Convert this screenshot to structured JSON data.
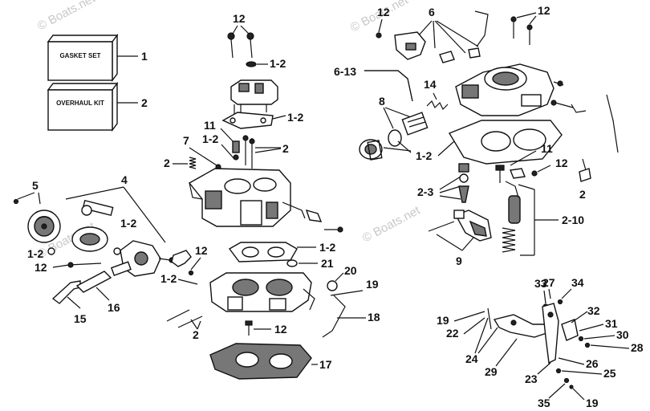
{
  "kits": {
    "gasket_set": "GASKET SET",
    "overhaul_kit": "OVERHAUL KIT"
  },
  "watermark": "© Boats.net",
  "callouts": {
    "c1": "1",
    "c2": "2",
    "c12a": "12",
    "c12b": "1-2",
    "c12c": "1-2",
    "c11a": "11",
    "c7": "7",
    "c12d": "1-2",
    "c2a": "2",
    "c2b": "2",
    "c5": "5",
    "c4": "4",
    "c12e": "1-2",
    "c12f": "1-2",
    "c12g": "12",
    "c15": "15",
    "c16": "16",
    "c12h": "1-2",
    "c12i": "12",
    "c12j": "1-2",
    "c21": "21",
    "c20": "20",
    "c19a": "19",
    "c18": "18",
    "c2c": "2",
    "c12k": "12",
    "c17": "17",
    "c12l": "12",
    "c6": "6",
    "c12m": "12",
    "c613": "6-13",
    "c14": "14",
    "c8": "8",
    "c12n": "1-2",
    "c11b": "11",
    "c12o": "12",
    "c2d": "2",
    "c23": "2-3",
    "c210": "2-10",
    "c9": "9",
    "c33": "33",
    "c27": "27",
    "c34": "34",
    "c19b": "19",
    "c22": "22",
    "c32": "32",
    "c31": "31",
    "c30": "30",
    "c28": "28",
    "c24": "24",
    "c29": "29",
    "c26": "26",
    "c25": "25",
    "c23b": "23",
    "c35": "35",
    "c19c": "19"
  }
}
